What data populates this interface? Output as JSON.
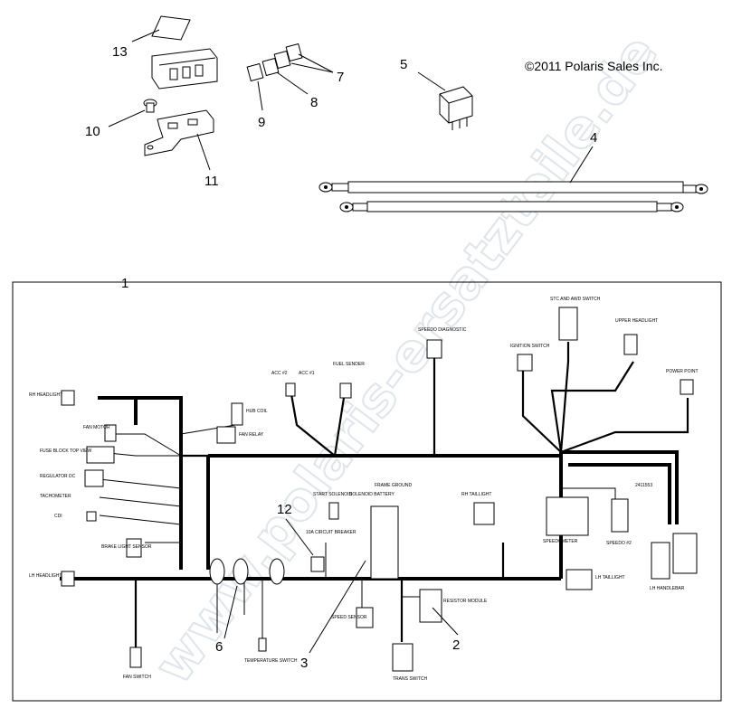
{
  "copyright": "©2011 Polaris Sales Inc.",
  "watermark": "www.polaris-ersatzteile.de",
  "callouts": [
    {
      "id": "c13",
      "text": "13"
    },
    {
      "id": "c7",
      "text": "7"
    },
    {
      "id": "c8",
      "text": "8"
    },
    {
      "id": "c9",
      "text": "9"
    },
    {
      "id": "c10",
      "text": "10"
    },
    {
      "id": "c11",
      "text": "11"
    },
    {
      "id": "c5",
      "text": "5"
    },
    {
      "id": "c4",
      "text": "4"
    },
    {
      "id": "c1",
      "text": "1"
    },
    {
      "id": "c12",
      "text": "12"
    },
    {
      "id": "c6",
      "text": "6"
    },
    {
      "id": "c3",
      "text": "3"
    },
    {
      "id": "c2",
      "text": "2"
    }
  ],
  "labels": {
    "rh_headlight": "RH HEADLIGHT",
    "lh_headlight": "LH HEADLIGHT",
    "fan_motor": "FAN MOTOR",
    "hub_coil": "HUB COIL",
    "fan_relay": "FAN RELAY",
    "fuse_block": "FUSE BLOCK TOP VIEW",
    "regulator": "REGULATOR DC",
    "tachometer": "TACHOMETER",
    "cdi": "CDI",
    "brake_light": "BRAKE LIGHT SENSOR",
    "fan_switch": "FAN SWITCH",
    "acc2": "ACC #2",
    "acc1": "ACC #1",
    "fuel_sender": "FUEL SENDER",
    "speedo_diag": "SPEEDO DIAGNOSTIC",
    "stc_awd": "STC AND AWD SWITCH",
    "ignition": "IGNITION SWITCH",
    "upper_headlight": "UPPER HEADLIGHT",
    "power_point": "POWER POINT",
    "start_solenoid": "START SOLENOID",
    "solenoid_battery": "SOLENOID BATTERY",
    "frame_ground": "FRAME GROUND",
    "rh_taillight": "RH TAILLIGHT",
    "circuit_breaker": "10A CIRCUIT BREAKER",
    "speedometer": "SPEEDOMETER",
    "speedo2": "SPEEDO #2",
    "lh_taillight": "LH TAILLIGHT",
    "lh_handlebar": "LH HANDLEBAR",
    "speed_sensor": "SPEED SENSOR",
    "resistor_module": "RESISTOR MODULE",
    "trans_switch": "TRANS SWITCH",
    "temp_switch": "TEMPERATURE SWITCH",
    "part_number": "2411553"
  }
}
